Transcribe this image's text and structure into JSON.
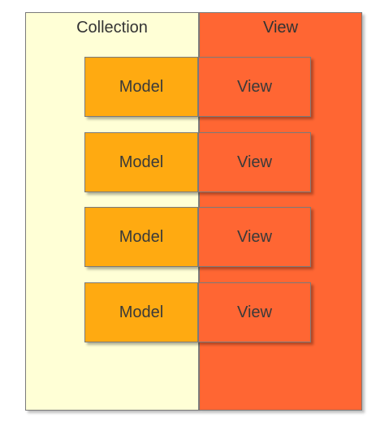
{
  "diagram": {
    "collection_label": "Collection",
    "view_label": "View",
    "rows": [
      {
        "model_label": "Model",
        "view_label": "View"
      },
      {
        "model_label": "Model",
        "view_label": "View"
      },
      {
        "model_label": "Model",
        "view_label": "View"
      },
      {
        "model_label": "Model",
        "view_label": "View"
      }
    ]
  },
  "colors": {
    "collection_bg": "#ffffd6",
    "view_bg": "#ff6633",
    "model_bg": "#ffaa11",
    "border": "#7a7a7a",
    "text": "#333333"
  }
}
